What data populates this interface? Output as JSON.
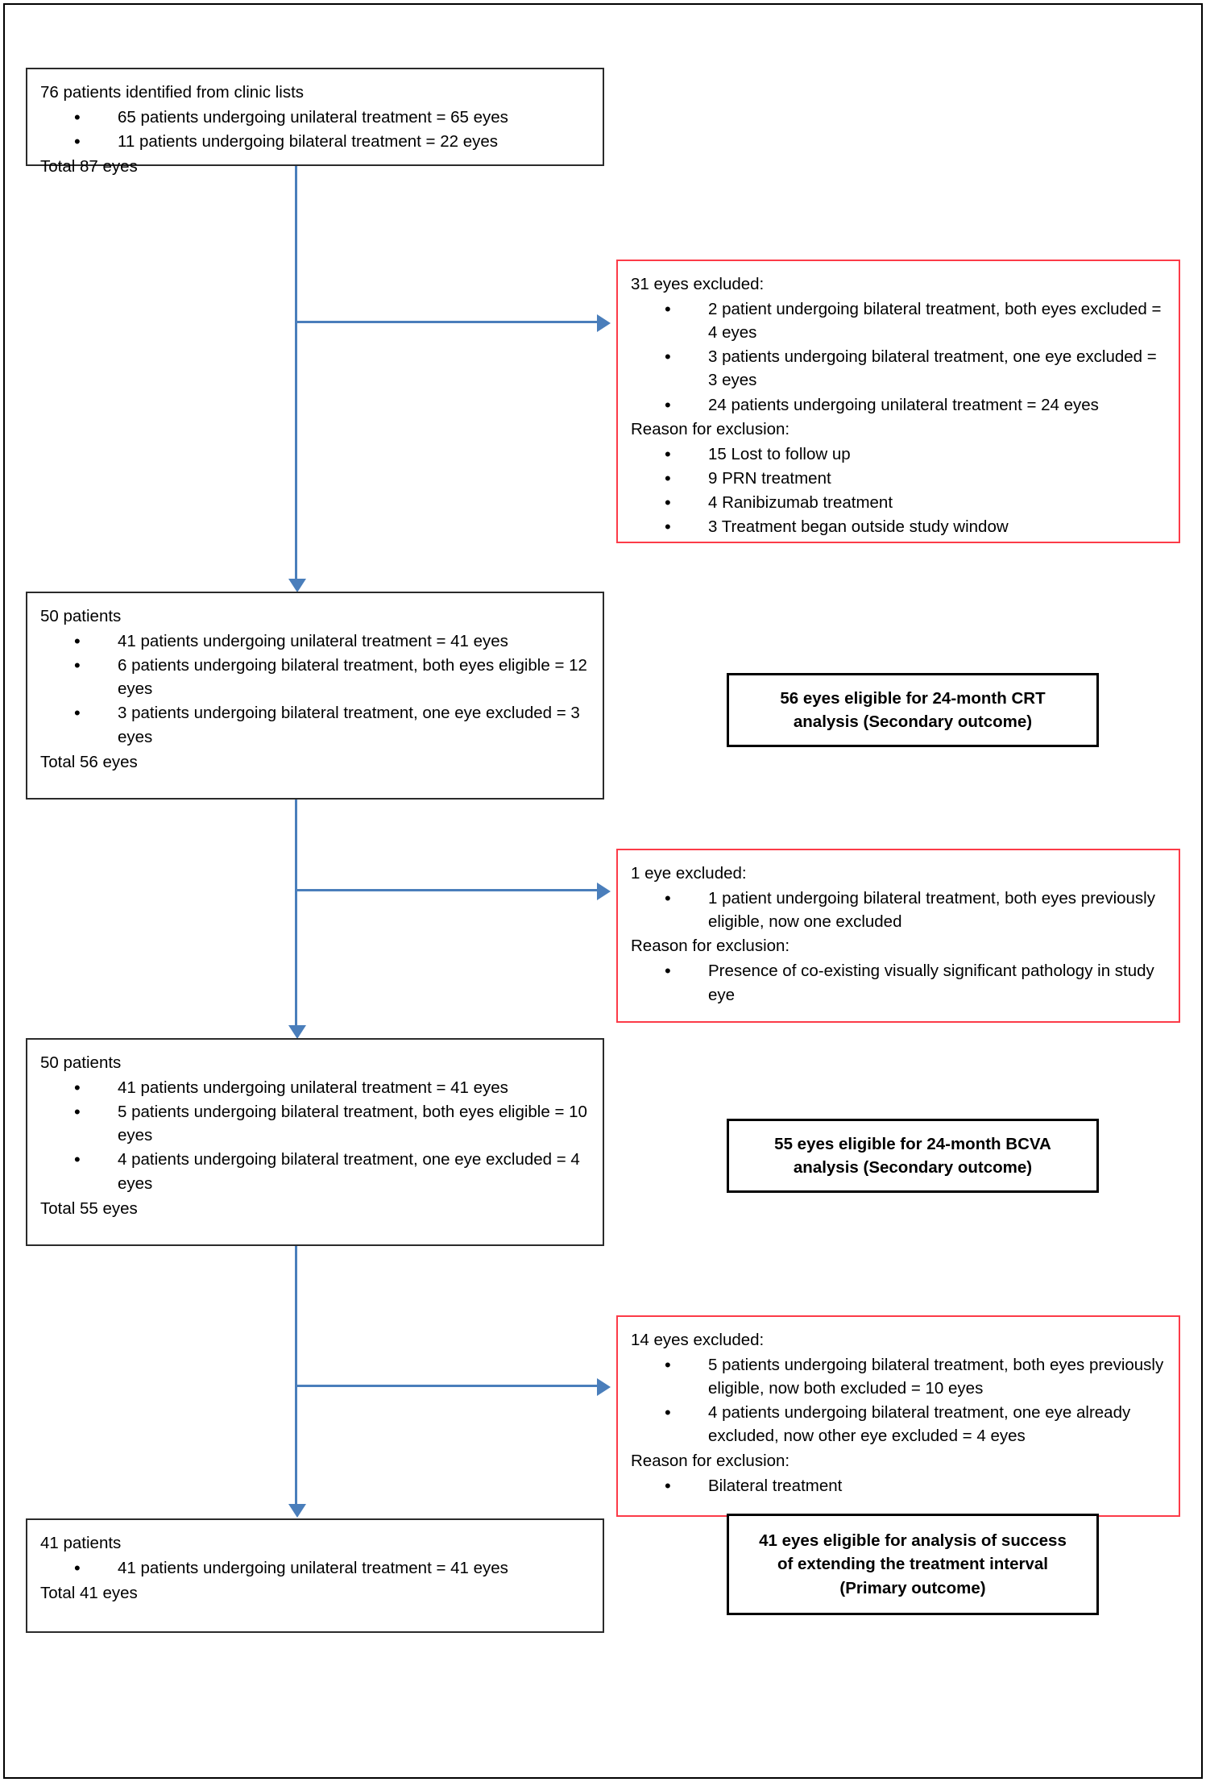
{
  "figure": {
    "type": "flowchart",
    "title": "Study eye selection flow diagram",
    "accent_blue": "#4a7ebb",
    "exclusion_border": "#fc3b48",
    "node_border": "#2b2b2b"
  },
  "nodes": {
    "identified": {
      "head": "76 patients identified from clinic lists",
      "bullets": [
        "65 patients undergoing unilateral treatment = 65 eyes",
        "11 patients undergoing bilateral treatment = 22 eyes"
      ],
      "foot": "Total 87 eyes"
    },
    "excluded_31": {
      "head": "31 eyes excluded:",
      "bullets": [
        "2 patient undergoing bilateral treatment, both eyes excluded = 4 eyes",
        "3 patients undergoing bilateral treatment, one eye excluded = 3 eyes",
        "24 patients undergoing unilateral treatment = 24 eyes"
      ],
      "reason_head": "Reason for exclusion:",
      "reasons": [
        "15 Lost to follow up",
        "9 PRN treatment",
        "4 Ranibizumab treatment",
        "3 Treatment began outside study window"
      ]
    },
    "patients_56": {
      "head": "50 patients",
      "bullets": [
        "41 patients undergoing unilateral treatment = 41 eyes",
        "6 patients undergoing bilateral treatment, both eyes eligible = 12 eyes",
        "3 patients undergoing bilateral treatment, one eye excluded = 3 eyes"
      ],
      "foot": "Total 56 eyes"
    },
    "outcome_crt": {
      "line1": "56 eyes eligible for 24-month CRT",
      "line2": "analysis (Secondary outcome)"
    },
    "excluded_1": {
      "head": "1 eye excluded:",
      "bullets": [
        "1 patient undergoing bilateral treatment, both eyes previously eligible, now one excluded"
      ],
      "reason_head": "Reason for exclusion:",
      "reasons": [
        "Presence of co-existing visually significant pathology in study eye"
      ]
    },
    "patients_55": {
      "head": "50 patients",
      "bullets": [
        "41 patients undergoing unilateral treatment = 41 eyes",
        "5 patients undergoing bilateral treatment, both eyes eligible = 10 eyes",
        "4 patients undergoing bilateral treatment, one eye excluded = 4 eyes"
      ],
      "foot": "Total 55 eyes"
    },
    "outcome_bcva": {
      "line1": "55 eyes eligible for 24-month BCVA",
      "line2": "analysis (Secondary outcome)"
    },
    "excluded_14": {
      "head": "14 eyes excluded:",
      "bullets": [
        "5 patients undergoing bilateral treatment, both eyes previously eligible, now both excluded = 10 eyes",
        "4 patients undergoing bilateral treatment, one eye already excluded, now other eye excluded = 4 eyes"
      ],
      "reason_head": "Reason for exclusion:",
      "reasons": [
        "Bilateral treatment"
      ]
    },
    "patients_41": {
      "head": "41 patients",
      "bullets": [
        "41 patients undergoing unilateral treatment = 41 eyes"
      ],
      "foot": "Total 41 eyes"
    },
    "outcome_primary": {
      "line1": "41 eyes eligible for analysis of success",
      "line2": "of extending the treatment interval",
      "line3": "(Primary outcome)"
    }
  }
}
